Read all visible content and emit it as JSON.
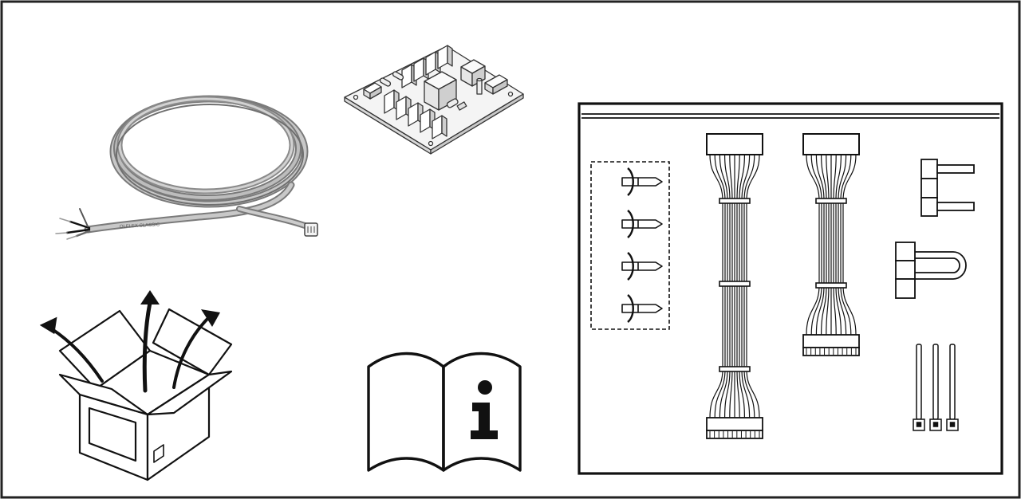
{
  "figure": {
    "type": "package-contents-illustration",
    "background": "#ffffff",
    "line_color": "#111111",
    "cable_color": "#9a9a9a"
  },
  "items": {
    "cable_coil": {
      "icon": "cable-coil-icon",
      "print_text": "OLFLEX CLASSIC"
    },
    "circuit_board": {
      "icon": "circuit-board-icon"
    },
    "box": {
      "icon": "open-box-unpacking-icon"
    },
    "manual": {
      "icon": "manual-info-icon",
      "glyph": "i"
    },
    "kit_bag": {
      "icon": "accessory-bag-icon",
      "contents": [
        {
          "icon": "push-rivet-icon",
          "count": 4
        },
        {
          "icon": "long-wire-harness-icon",
          "count": 1
        },
        {
          "icon": "short-wire-harness-icon",
          "count": 1
        },
        {
          "icon": "straight-jumper-icon",
          "count": 1
        },
        {
          "icon": "u-jumper-icon",
          "count": 1
        },
        {
          "icon": "cable-tie-icon",
          "count": 3
        }
      ]
    }
  }
}
